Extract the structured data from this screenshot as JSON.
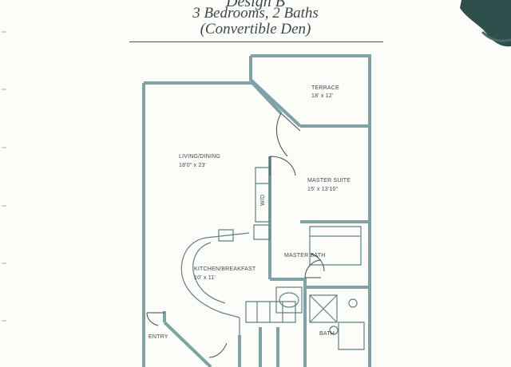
{
  "header": {
    "design": "Design B",
    "bedrooms": "3 Bedrooms, 2 Baths",
    "den": "(Convertible Den)"
  },
  "rooms": {
    "terrace": {
      "name": "TERRACE",
      "dims": "18' x 12'"
    },
    "living": {
      "name": "LIVING/DINING",
      "dims": "18'0\" x 23'"
    },
    "master": {
      "name": "MASTER SUITE",
      "dims": "15' x 13'10\""
    },
    "kitchen": {
      "name": "KITCHEN/BREAKFAST",
      "dims": "10' x 11'"
    },
    "master_bath": {
      "name": "MASTER BATH"
    },
    "bath": {
      "name": "BATH"
    },
    "entry": {
      "name": "ENTRY"
    },
    "wd": {
      "name": "W/D"
    }
  },
  "colors": {
    "wall": "#7fa3a5",
    "wall_dark": "#5f8284",
    "ink": "#3c4c4e",
    "blob": "#2f4f4c"
  }
}
